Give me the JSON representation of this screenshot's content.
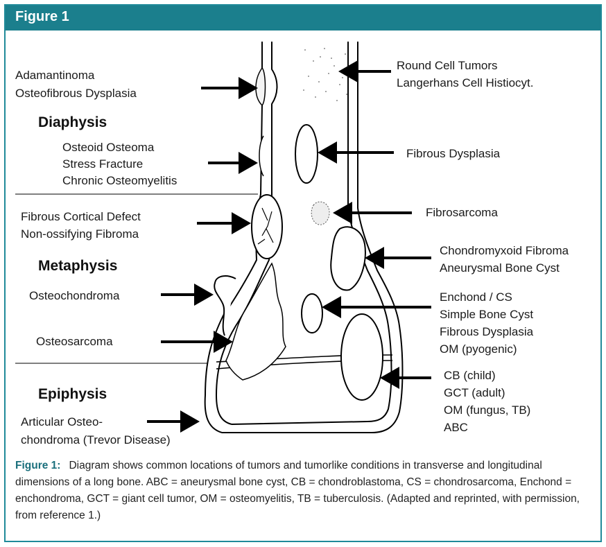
{
  "header": {
    "title": "Figure 1"
  },
  "sections": {
    "diaphysis": "Diaphysis",
    "metaphysis": "Metaphysis",
    "epiphysis": "Epiphysis"
  },
  "left_labels": {
    "adamantinoma": [
      "Adamantinoma",
      "Osteofibrous Dysplasia"
    ],
    "osteoid": [
      "Osteoid Osteoma",
      "Stress Fracture",
      "Chronic Osteomyelitis"
    ],
    "fibrous_cortical": [
      "Fibrous Cortical Defect",
      "Non-ossifying Fibroma"
    ],
    "osteochondroma": [
      "Osteochondroma"
    ],
    "osteosarcoma": [
      "Osteosarcoma"
    ],
    "articular": [
      "Articular Osteo-",
      "chondroma (Trevor Disease)"
    ]
  },
  "right_labels": {
    "round_cell": [
      "Round Cell Tumors",
      "Langerhans Cell Histiocyt."
    ],
    "fibrous_dysplasia": [
      "Fibrous Dysplasia"
    ],
    "fibrosarcoma": [
      "Fibrosarcoma"
    ],
    "chondromyxoid": [
      "Chondromyxoid Fibroma",
      "Aneurysmal Bone Cyst"
    ],
    "enchond": [
      "Enchond / CS",
      "Simple Bone Cyst",
      "Fibrous Dysplasia",
      "OM (pyogenic)"
    ],
    "epiphyseal": [
      "CB (child)",
      "GCT (adult)",
      "OM (fungus, TB)",
      "ABC"
    ]
  },
  "caption": {
    "label": "Figure 1:",
    "text": "Diagram shows common locations of tumors and tumorlike conditions in transverse and longitudinal dimensions of a long bone. ABC = aneurysmal bone cyst, CB = chondroblastoma, CS = chondrosarcoma, Enchond = enchondroma, GCT = giant cell tumor, OM = osteomyelitis, TB = tuberculosis. (Adapted and reprinted, with permission, from reference 1.)"
  }
}
